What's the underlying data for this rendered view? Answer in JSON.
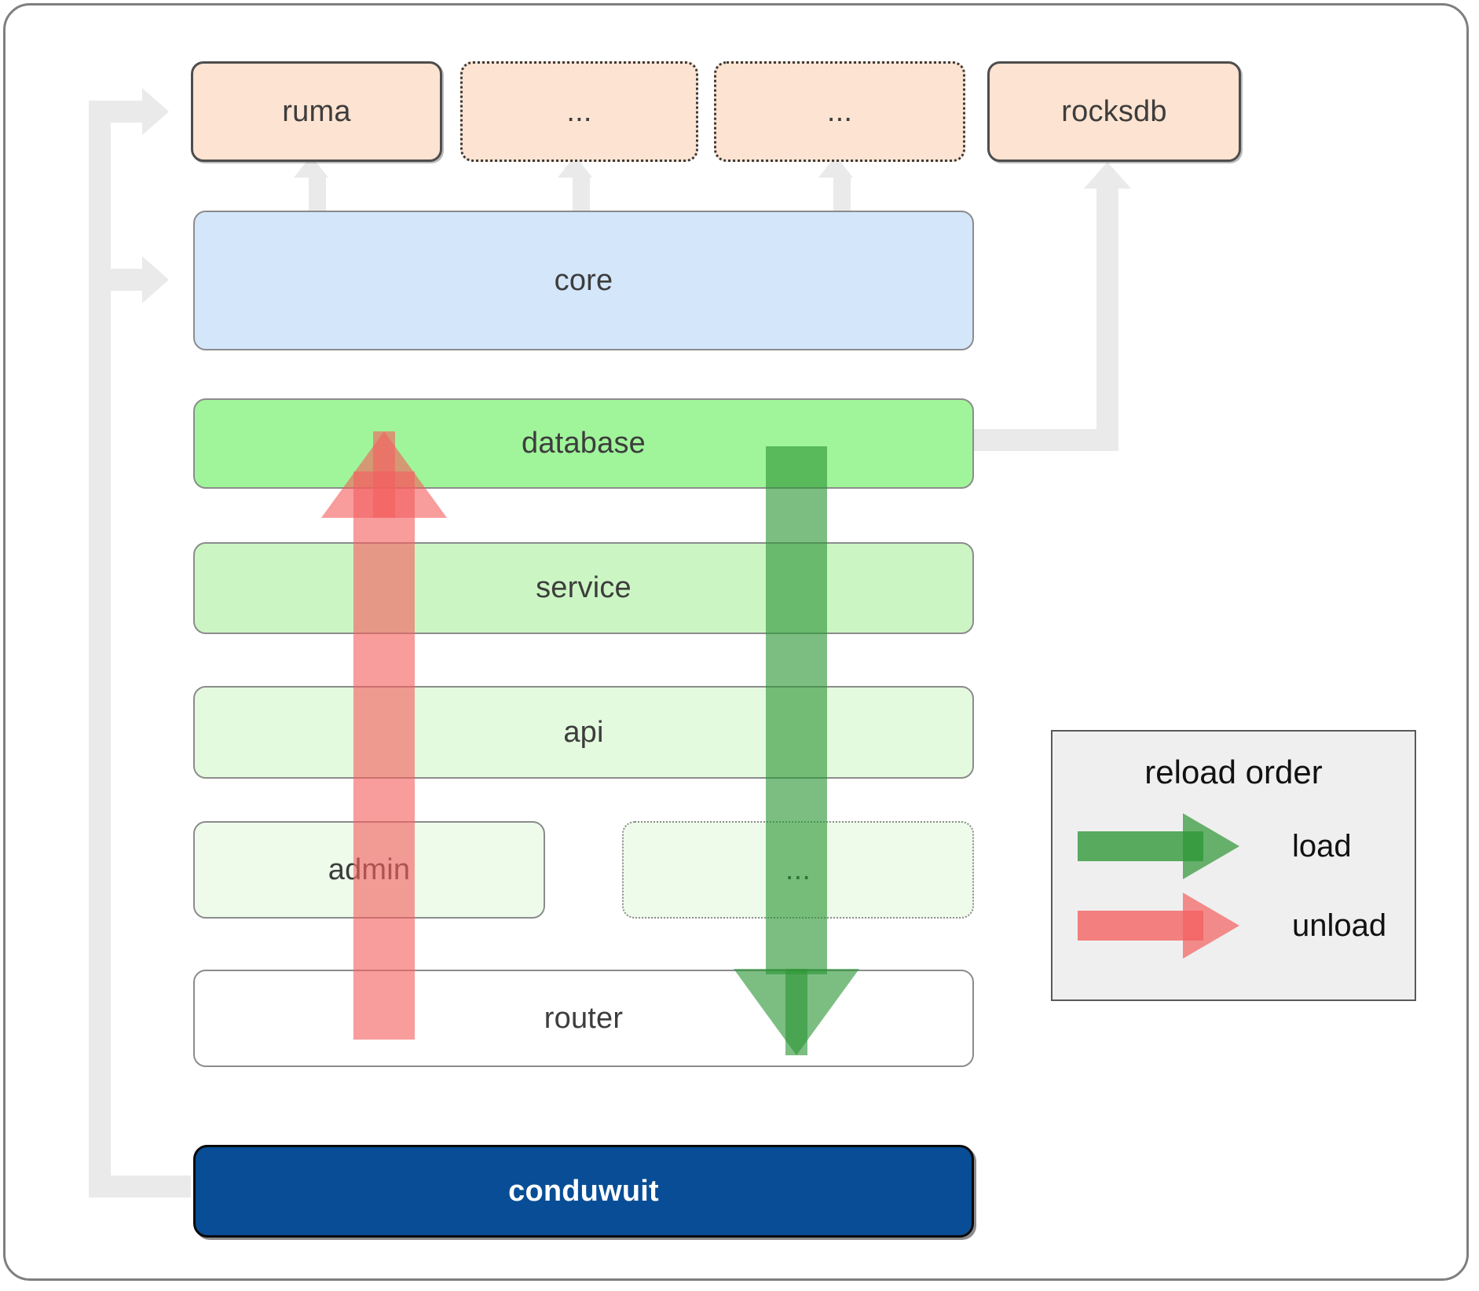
{
  "diagram": {
    "title": "conduwuit crate layering / reload order",
    "colors": {
      "crate_fill": "#fde3d1",
      "core_fill": "#d4e6fa",
      "database_fill": "#a0f59a",
      "service_fill": "#ccf5c4",
      "api_fill": "#e4fade",
      "admin_fill": "#eefbeb",
      "router_fill": "#ffffff",
      "brand_fill": "#084d96",
      "connector": "#eaeaea",
      "load": "#2c9635",
      "unload": "#f45f5f",
      "legend_bg": "#efefef"
    }
  },
  "crates": [
    {
      "label": "ruma",
      "style": "solid"
    },
    {
      "label": "...",
      "style": "dotted"
    },
    {
      "label": "...",
      "style": "dotted"
    },
    {
      "label": "rocksdb",
      "style": "solid"
    }
  ],
  "layers": [
    {
      "label": "core",
      "style": "solid"
    },
    {
      "label": "database",
      "style": "solid"
    },
    {
      "label": "service",
      "style": "solid"
    },
    {
      "label": "api",
      "style": "solid"
    }
  ],
  "admin_row": [
    {
      "label": "admin",
      "style": "solid"
    },
    {
      "label": "...",
      "style": "dotted"
    }
  ],
  "router": {
    "label": "router"
  },
  "brand": {
    "label": "conduwuit"
  },
  "legend": {
    "title": "reload order",
    "rows": [
      {
        "label": "load"
      },
      {
        "label": "unload"
      }
    ]
  }
}
